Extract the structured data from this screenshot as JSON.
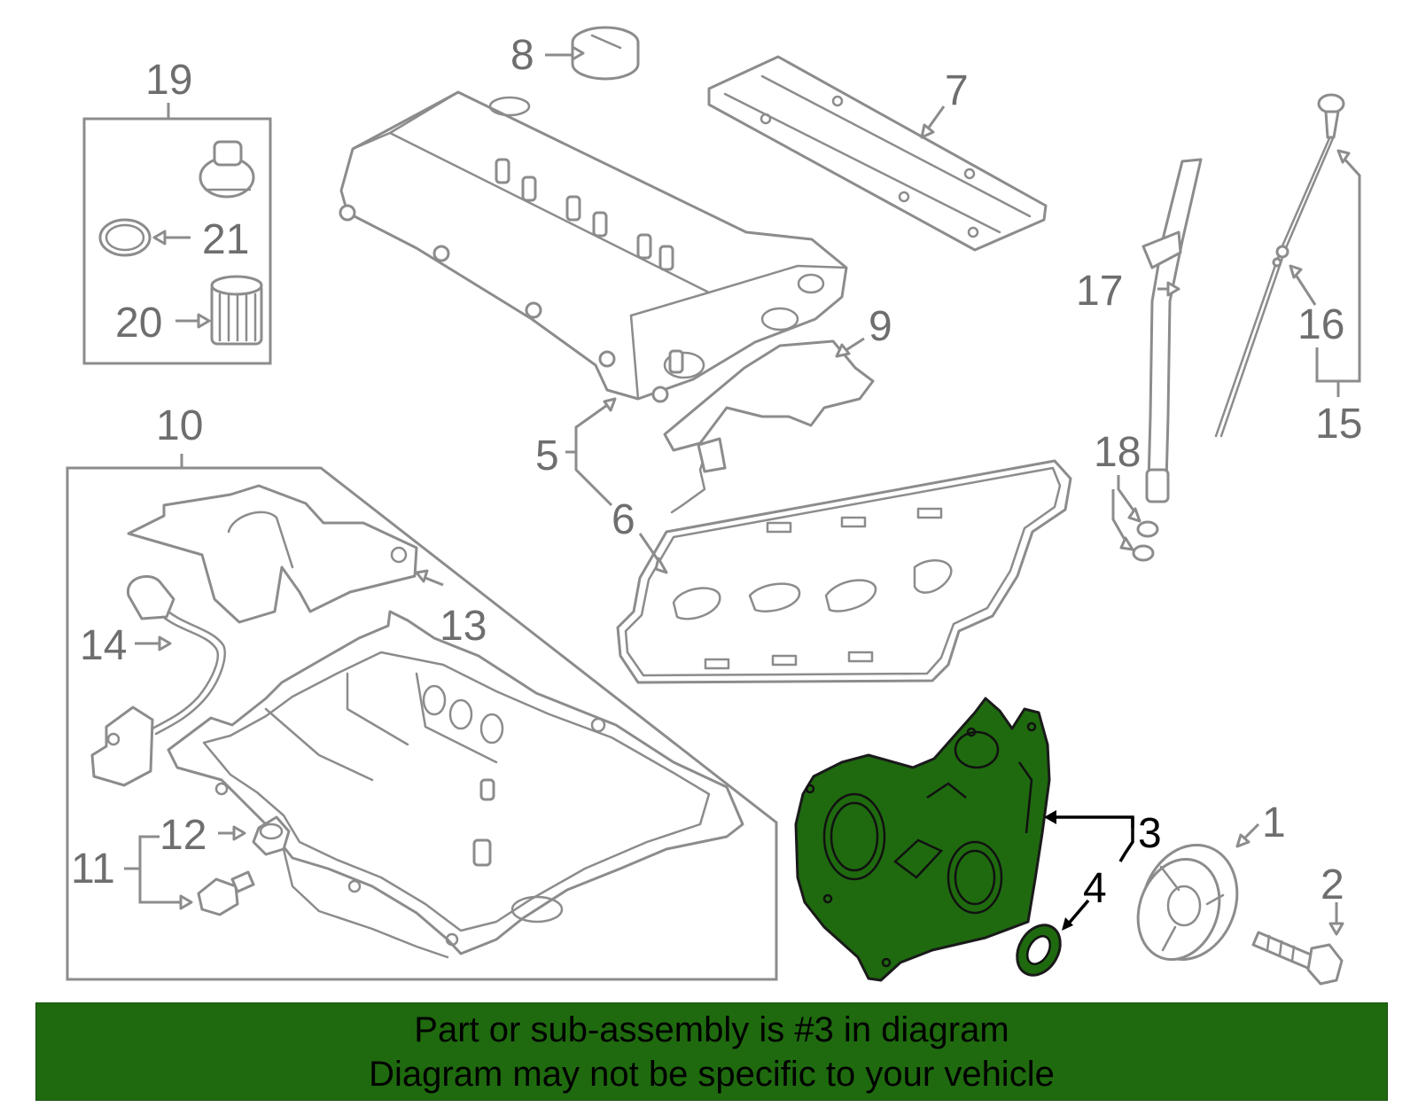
{
  "callouts": {
    "c1": "1",
    "c2": "2",
    "c3": "3",
    "c4": "4",
    "c5": "5",
    "c6": "6",
    "c7": "7",
    "c8": "8",
    "c9": "9",
    "c10": "10",
    "c11": "11",
    "c12": "12",
    "c13": "13",
    "c14": "14",
    "c15": "15",
    "c16": "16",
    "c17": "17",
    "c18": "18",
    "c19": "19",
    "c20": "20",
    "c21": "21"
  },
  "highlighted_part": "3",
  "colors": {
    "highlight_fill": "#1f6a0f",
    "banner_background": "#1f6a0f",
    "line_art": "#8c8c8c",
    "banner_text": "#000000"
  },
  "banner": {
    "line1": "Part or sub-assembly is #3 in diagram",
    "line2": "Diagram may not be specific to your vehicle"
  }
}
